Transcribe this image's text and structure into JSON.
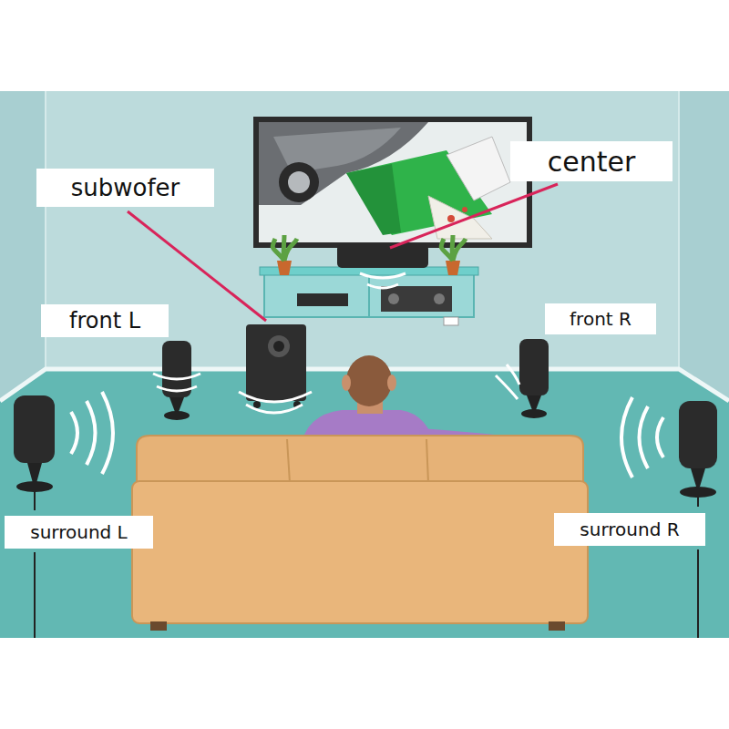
{
  "diagram": {
    "nodes": [
      {
        "text": [
          "subwofer"
        ]
      },
      {
        "text": [
          "center"
        ]
      },
      {
        "text": [
          "front L"
        ]
      },
      {
        "text": [
          "front R"
        ]
      },
      {
        "text": [
          "surround L"
        ]
      },
      {
        "text": [
          "surround R"
        ]
      }
    ]
  }
}
